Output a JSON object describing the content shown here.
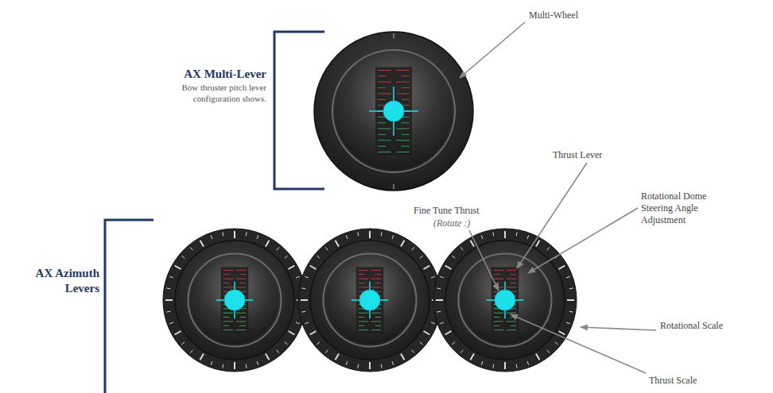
{
  "diagram": {
    "labels": [
      "Multi-Wheel",
      "AX Multi-Lever",
      "Bow thruster pitch lever configuration shows.",
      "Thrust Lever",
      "Fine Tune Thrust",
      "(Rotate :)",
      "Rotational Dome Steering Angle Adjustment",
      "Rotational Scale",
      "AX Azimuth Levers",
      "Thrust Scale"
    ]
  }
}
